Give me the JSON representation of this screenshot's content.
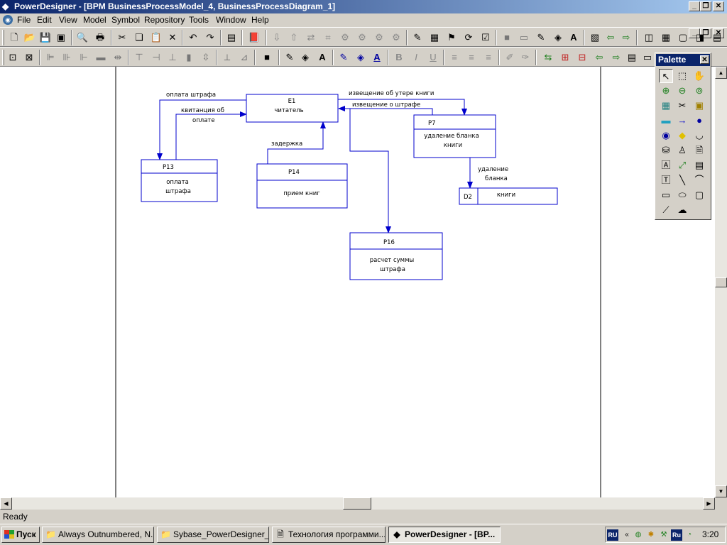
{
  "window": {
    "title": "PowerDesigner - [BPM BusinessProcessModel_4, BusinessProcessDiagram_1]"
  },
  "menu": [
    "File",
    "Edit",
    "View",
    "Model",
    "Symbol",
    "Repository",
    "Tools",
    "Window",
    "Help"
  ],
  "toolbar_formatting": {
    "bold": "B",
    "italic": "I",
    "underline": "U",
    "font": "A"
  },
  "palette": {
    "title": "Palette"
  },
  "diagram": {
    "nodes": [
      {
        "id": "E1",
        "label": "читатель"
      },
      {
        "id": "P7",
        "label1": "удаление бланка",
        "label2": "книги"
      },
      {
        "id": "P13",
        "label1": "оплата",
        "label2": "штрафа"
      },
      {
        "id": "P14",
        "label": "прием книг"
      },
      {
        "id": "P16",
        "label1": "расчет суммы",
        "label2": "штрафа"
      },
      {
        "id": "D2",
        "label": "книги"
      }
    ],
    "flows": {
      "fine_payment": "оплата штрафа",
      "receipt_1": "квитанция об",
      "receipt_2": "оплате",
      "delay": "задержка",
      "loss_notice": "извещение об утере книги",
      "fine_notice": "извещение о штрафе",
      "removal_1": "удаление",
      "removal_2": "бланка"
    }
  },
  "status": {
    "text": "Ready"
  },
  "taskbar": {
    "start": "Пуск",
    "tasks": [
      "Always Outnumbered, N...",
      "Sybase_PowerDesigner_...",
      "Технология программи...",
      "PowerDesigner - [BP..."
    ],
    "lang": "RU",
    "lang2": "Ru",
    "clock": "3:20"
  }
}
